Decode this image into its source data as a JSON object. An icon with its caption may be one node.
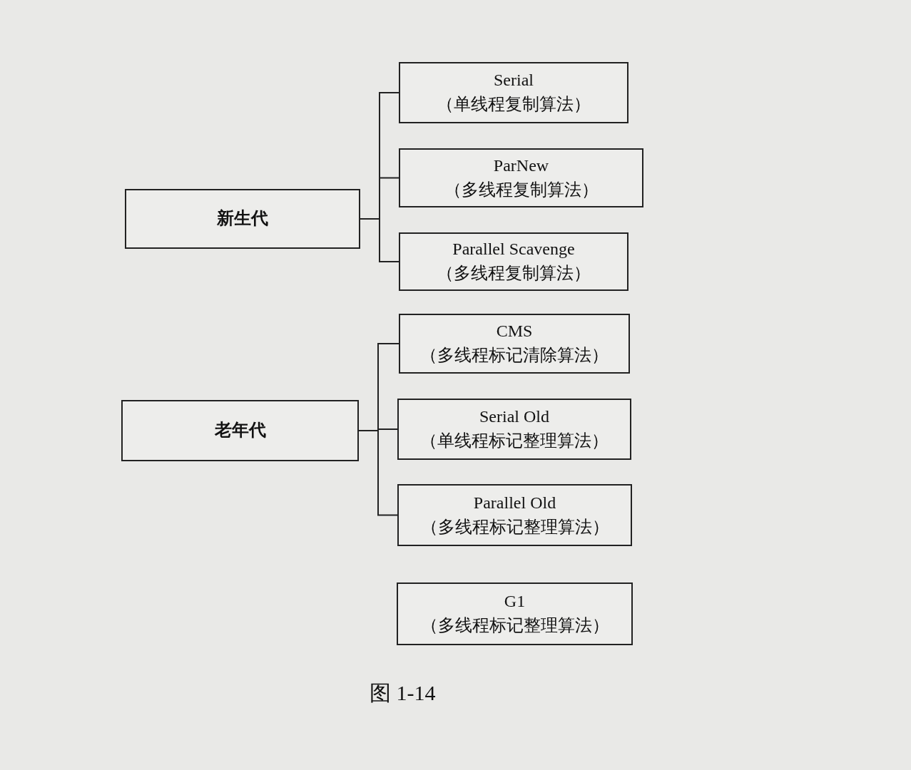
{
  "diagram": {
    "caption": "图 1-14",
    "nodes": [
      {
        "text": [
          "新生代"
        ]
      },
      {
        "text": [
          "Serial",
          "（单线程复制算法）"
        ]
      },
      {
        "text": [
          "ParNew",
          "（多线程复制算法）"
        ]
      },
      {
        "text": [
          "Parallel Scavenge",
          "（多线程复制算法）"
        ]
      },
      {
        "text": [
          "老年代"
        ]
      },
      {
        "text": [
          "CMS",
          "（多线程标记清除算法）"
        ]
      },
      {
        "text": [
          "Serial Old",
          "（单线程标记整理算法）"
        ]
      },
      {
        "text": [
          "Parallel Old",
          "（多线程标记整理算法）"
        ]
      },
      {
        "text": [
          "G1",
          "（多线程标记整理算法）"
        ]
      }
    ],
    "edges": [
      {
        "from": 0,
        "to": 1,
        "arrow": "none"
      },
      {
        "from": 0,
        "to": 2,
        "arrow": "none"
      },
      {
        "from": 0,
        "to": 3,
        "arrow": "none"
      },
      {
        "from": 4,
        "to": 5,
        "arrow": "none"
      },
      {
        "from": 4,
        "to": 6,
        "arrow": "none"
      },
      {
        "from": 4,
        "to": 7,
        "arrow": "none"
      }
    ]
  }
}
